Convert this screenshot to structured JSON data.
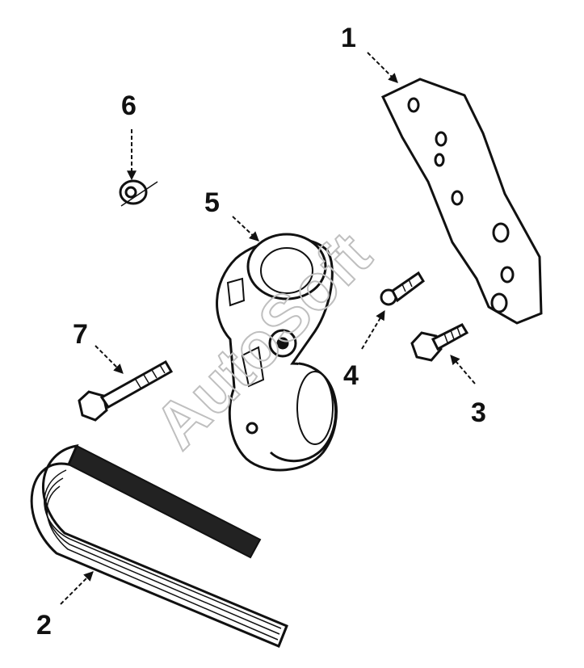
{
  "callouts": [
    {
      "id": "1",
      "text": "1"
    },
    {
      "id": "2",
      "text": "2"
    },
    {
      "id": "3",
      "text": "3"
    },
    {
      "id": "4",
      "text": "4"
    },
    {
      "id": "5",
      "text": "5"
    },
    {
      "id": "6",
      "text": "6"
    },
    {
      "id": "7",
      "text": "7"
    }
  ],
  "watermark": "AutoSoft",
  "colors": {
    "ink": "#111111",
    "paper": "#ffffff",
    "watermark": "#bfbfbf"
  }
}
